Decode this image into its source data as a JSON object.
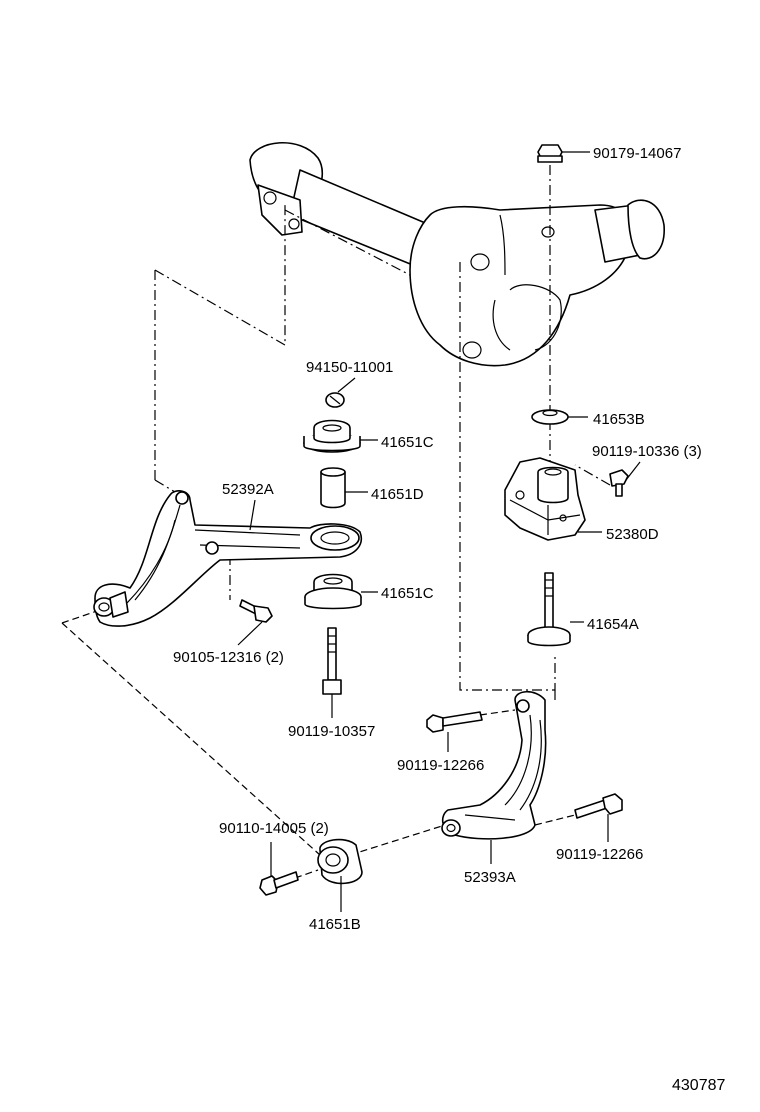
{
  "labels": {
    "p_90179_14067": "90179-14067",
    "p_94150_11001": "94150-11001",
    "p_41653B": "41653B",
    "p_41651C_top": "41651C",
    "p_90119_10336": "90119-10336 (3)",
    "p_41651D": "41651D",
    "p_52392A": "52392A",
    "p_52380D": "52380D",
    "p_41651C_bottom": "41651C",
    "p_41654A": "41654A",
    "p_90105_12316": "90105-12316 (2)",
    "p_90119_10357": "90119-10357",
    "p_90119_12266_left": "90119-12266",
    "p_90110_14005": "90110-14005 (2)",
    "p_90119_12266_right": "90119-12266",
    "p_52393A": "52393A",
    "p_41651B": "41651B"
  },
  "reference_number": "430787"
}
